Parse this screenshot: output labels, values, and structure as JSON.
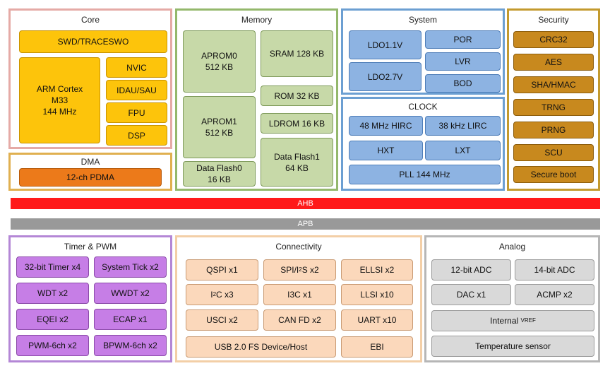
{
  "core": {
    "title": "Core",
    "swd": "SWD/TRACESWO",
    "arm": "ARM Cortex\nM33\n144 MHz",
    "nvic": "NVIC",
    "idau": "IDAU/SAU",
    "fpu": "FPU",
    "dsp": "DSP"
  },
  "dma": {
    "title": "DMA",
    "pdma": "12-ch PDMA"
  },
  "memory": {
    "title": "Memory",
    "aprom0": "APROM0\n512 KB",
    "aprom1": "APROM1\n512 KB",
    "dataflash0": "Data Flash0\n16 KB",
    "sram": "SRAM 128 KB",
    "rom": "ROM 32 KB",
    "ldrom": "LDROM 16 KB",
    "dataflash1": "Data Flash1\n64 KB"
  },
  "system": {
    "title": "System",
    "ldo11": "LDO1.1V",
    "ldo27": "LDO2.7V",
    "por": "POR",
    "lvr": "LVR",
    "bod": "BOD"
  },
  "clock": {
    "title": "CLOCK",
    "hirc": "48 MHz HIRC",
    "lirc": "38 kHz LIRC",
    "hxt": "HXT",
    "lxt": "LXT",
    "pll": "PLL 144 MHz"
  },
  "security": {
    "title": "Security",
    "items": [
      "CRC32",
      "AES",
      "SHA/HMAC",
      "TRNG",
      "PRNG",
      "SCU",
      "Secure boot"
    ]
  },
  "bus": {
    "ahb": "AHB",
    "apb": "APB"
  },
  "timer": {
    "title": "Timer & PWM",
    "items": [
      "32-bit Timer x4",
      "System Tick x2",
      "WDT x2",
      "WWDT x2",
      "EQEI x2",
      "ECAP x1",
      "PWM-6ch x2",
      "BPWM-6ch x2"
    ]
  },
  "connectivity": {
    "title": "Connectivity",
    "qspi": "QSPI x1",
    "spi_pre": "SPI/I",
    "spi_sup": "2",
    "spi_post": "S x2",
    "ellsi": "ELLSI x2",
    "i2c_pre": "I",
    "i2c_sup": "2",
    "i2c_post": "C x3",
    "i3c": "I3C x1",
    "llsi": "LLSI x10",
    "usci": "USCI x2",
    "canfd": "CAN FD x2",
    "uart": "UART x10",
    "usb": "USB 2.0 FS Device/Host",
    "ebi": "EBI"
  },
  "analog": {
    "title": "Analog",
    "adc12": "12-bit ADC",
    "adc14": "14-bit ADC",
    "dac": "DAC x1",
    "acmp": "ACMP x2",
    "vref_main": "Internal ",
    "vref_sub": "VREF",
    "temp": "Temperature sensor"
  },
  "colors": {
    "core_border": "#e5aaa6",
    "core_fill": "#fdc40b",
    "dma_fill": "#ec7a1a",
    "memory_fill": "#c7d9a8",
    "system_fill": "#8db3e2",
    "security_fill": "#c8891e",
    "timer_fill": "#c67ee6",
    "connectivity_fill": "#fbd8bb",
    "analog_fill": "#d9d9d9",
    "ahb": "#ff1a1a",
    "apb": "#999999"
  }
}
